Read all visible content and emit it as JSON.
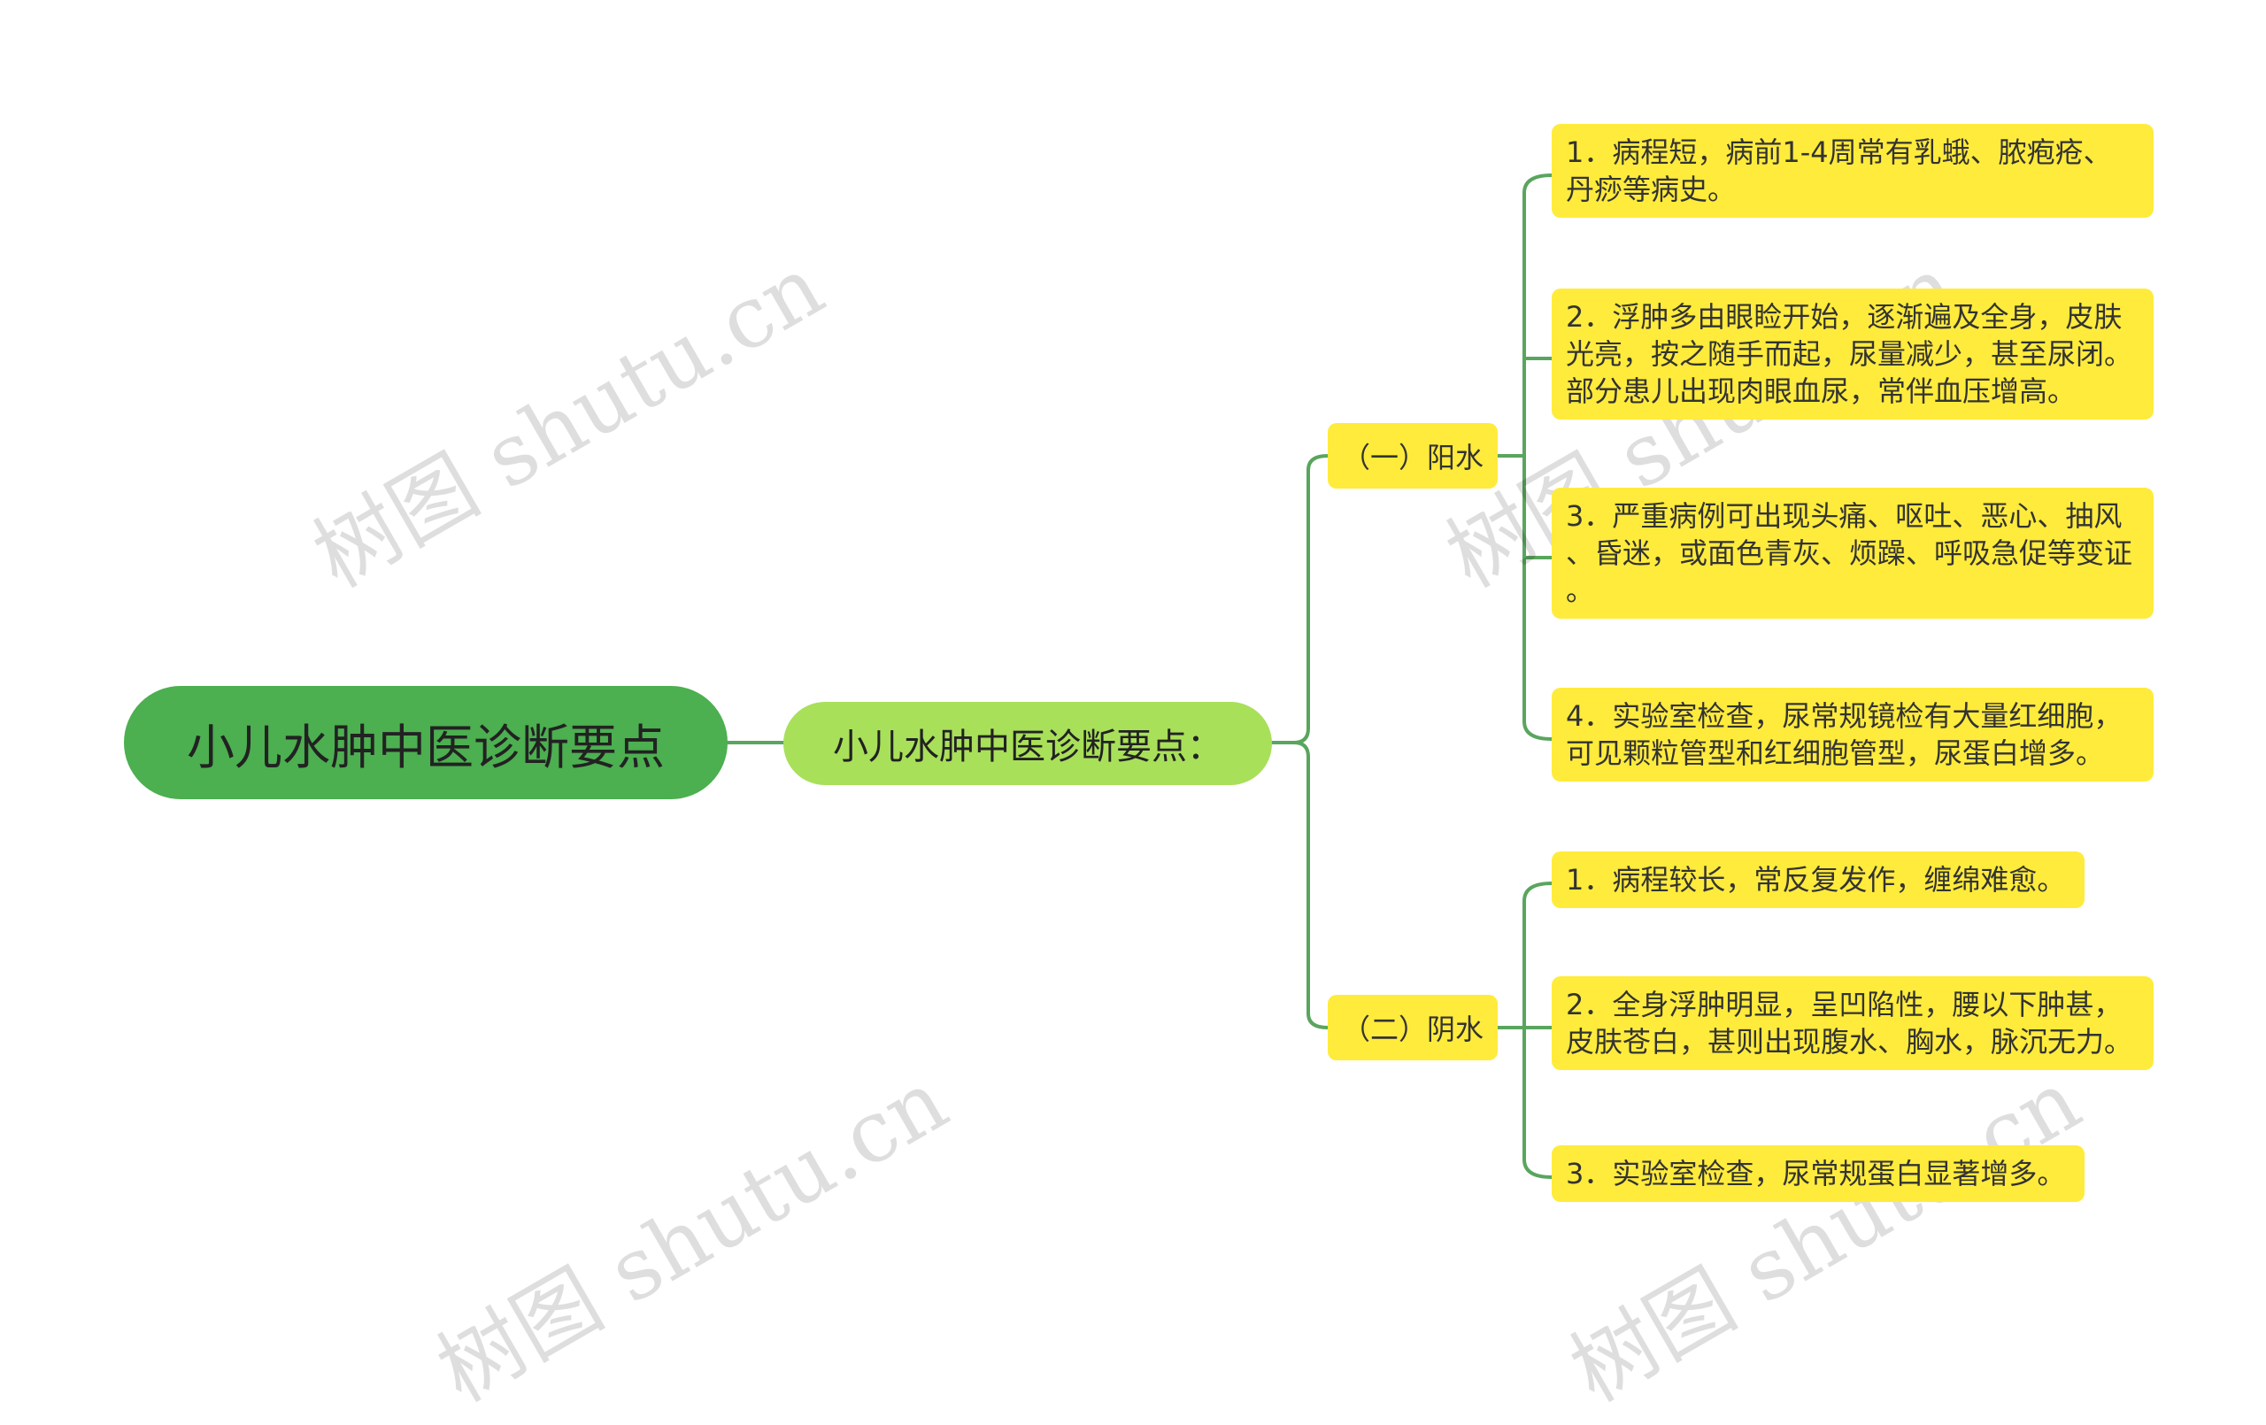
{
  "root": {
    "label": "小儿水肿中医诊断要点"
  },
  "main": {
    "label": "小儿水肿中医诊断要点："
  },
  "branches": [
    {
      "label": "（一）阳水",
      "items": [
        "1．病程短，病前1-4周常有乳蛾、脓疱疮、\n丹痧等病史。",
        "2．浮肿多由眼睑开始，逐渐遍及全身，皮肤\n光亮，按之随手而起，尿量减少，甚至尿闭。\n部分患儿出现肉眼血尿，常伴血压增高。",
        "3．严重病例可出现头痛、呕吐、恶心、抽风\n、昏迷，或面色青灰、烦躁、呼吸急促等变证\n。",
        "4．实验室检查，尿常规镜检有大量红细胞，\n可见颗粒管型和红细胞管型，尿蛋白增多。"
      ]
    },
    {
      "label": "（二）阴水",
      "items": [
        "1．病程较长，常反复发作，缠绵难愈。",
        "2．全身浮肿明显，呈凹陷性，腰以下肿甚，\n皮肤苍白，甚则出现腹水、胸水，脉沉无力。",
        "3．实验室检查，尿常规蛋白显著增多。"
      ]
    }
  ],
  "watermark": "树图 shutu.cn",
  "colors": {
    "root": "#4caf50",
    "main": "#a8e05a",
    "node": "#ffeb3b",
    "connector": "#5aa55e"
  }
}
